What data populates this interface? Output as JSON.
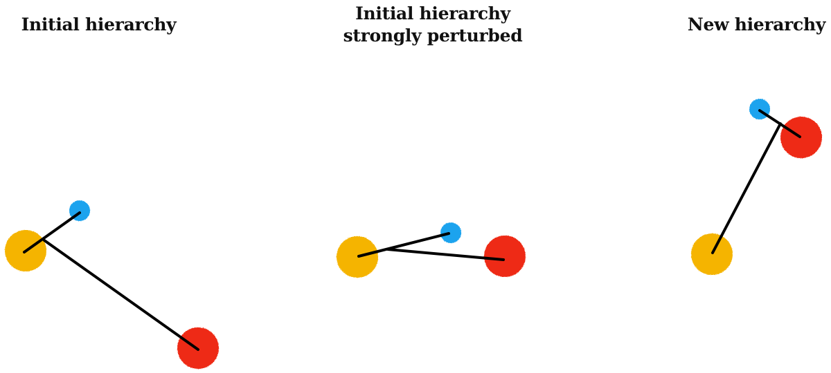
{
  "panels": [
    {
      "title_lines": [
        "Initial hierarchy"
      ]
    },
    {
      "title_lines": [
        "Initial hierarchy",
        "strongly perturbed"
      ]
    },
    {
      "title_lines": [
        "New hierarchy"
      ]
    }
  ],
  "colors": {
    "yellow_body": "#f5b400",
    "red_body": "#ee2a12",
    "blue_body": "#1ca3ee",
    "link": "#000000"
  }
}
